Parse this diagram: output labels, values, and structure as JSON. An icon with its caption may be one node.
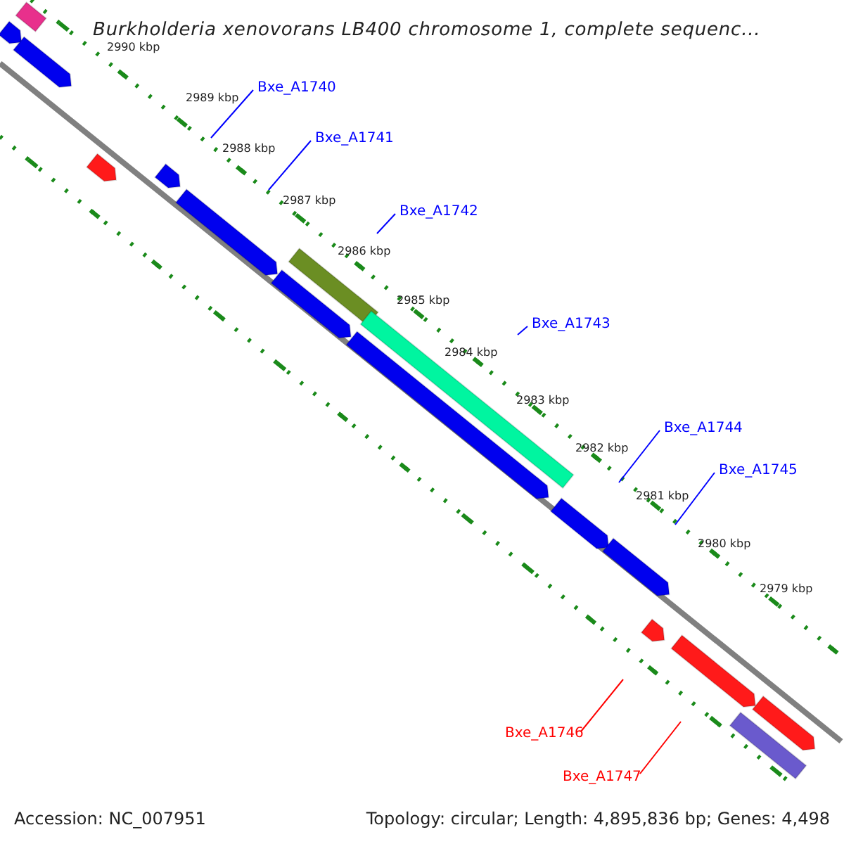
{
  "diagram": {
    "title": "Burkholderia xenovorans LB400 chromosome 1, complete sequenc...",
    "nodes": [
      {
        "text": [
          "Bxe_A1740"
        ]
      },
      {
        "text": [
          "Bxe_A1741"
        ]
      },
      {
        "text": [
          "Bxe_A1742"
        ]
      },
      {
        "text": [
          "Bxe_A1743"
        ]
      },
      {
        "text": [
          "Bxe_A1744"
        ]
      },
      {
        "text": [
          "Bxe_A1745"
        ]
      },
      {
        "text": [
          "Bxe_A1746"
        ]
      },
      {
        "text": [
          "Bxe_A1747"
        ]
      }
    ],
    "edges": [
      {
        "from": 0,
        "to": null,
        "arrow": "none"
      },
      {
        "from": 1,
        "to": null,
        "arrow": "none"
      },
      {
        "from": 2,
        "to": null,
        "arrow": "none"
      },
      {
        "from": 3,
        "to": null,
        "arrow": "none"
      },
      {
        "from": 4,
        "to": null,
        "arrow": "none"
      },
      {
        "from": 5,
        "to": null,
        "arrow": "none"
      },
      {
        "from": 6,
        "to": null,
        "arrow": "none",
        "color": "#ff0000"
      },
      {
        "from": 7,
        "to": null,
        "arrow": "none",
        "color": "#ff0000"
      }
    ],
    "labels": [
      "2990 kbp",
      "2989 kbp",
      "2988 kbp",
      "2987 kbp",
      "2986 kbp",
      "2985 kbp",
      "2984 kbp",
      "2983 kbp",
      "2982 kbp",
      "2981 kbp",
      "2980 kbp",
      "2979 kbp",
      "Accession: NC_007951",
      "Topology: circular; Length: 4,895,836 bp; Genes: 4,498"
    ]
  }
}
